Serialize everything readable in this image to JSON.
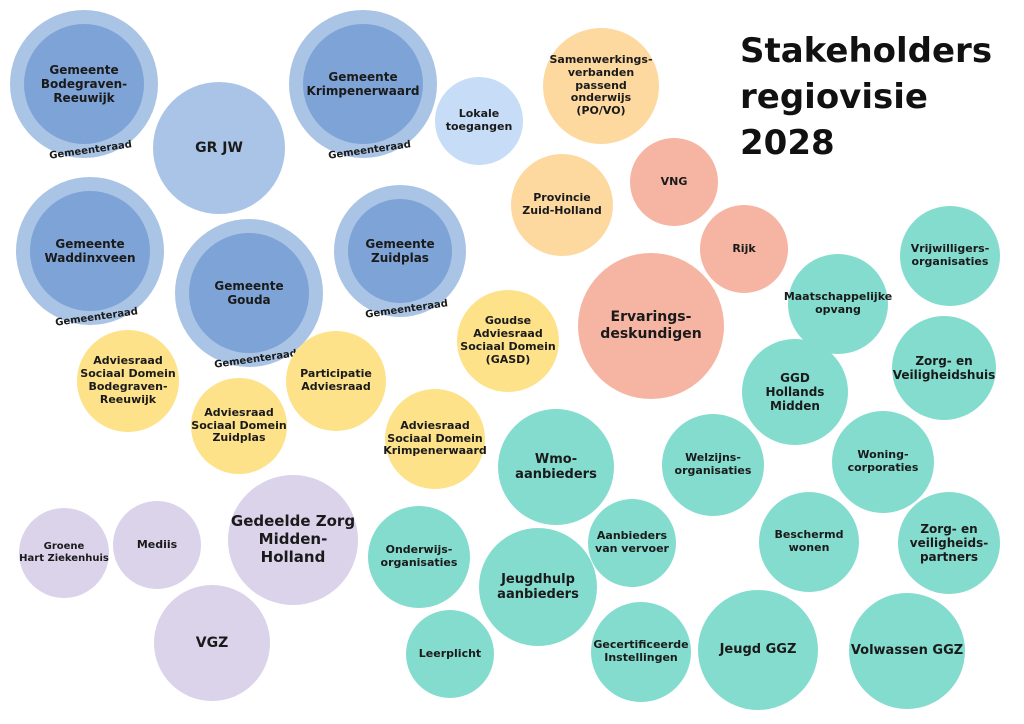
{
  "title": "Stakeholders\nregiovisie 2028",
  "colors": {
    "ring": "#aac4e6",
    "municipality": "#7ea3d6",
    "blue_light": "#a9c4e6",
    "blue_pale": "#c6dcf7",
    "orange": "#fdd9a0",
    "salmon": "#f5b5a2",
    "yellow": "#fde28a",
    "teal": "#84dccf",
    "lavender": "#dad3ea"
  },
  "ring_label": "Gemeenteraad",
  "municipalities": [
    {
      "name": "gemeente-bodegraven-reeuwijk",
      "label": "Gemeente\nBodegraven-\nReeuwijk"
    },
    {
      "name": "gemeente-krimpenerwaard",
      "label": "Gemeente\nKrimpenerwaard"
    },
    {
      "name": "gemeente-waddinxveen",
      "label": "Gemeente\nWaddinxveen"
    },
    {
      "name": "gemeente-zuidplas",
      "label": "Gemeente\nZuidplas"
    },
    {
      "name": "gemeente-gouda",
      "label": "Gemeente\nGouda"
    }
  ],
  "bubbles": [
    {
      "name": "gr-jw",
      "label": "GR JW",
      "color": "blue_light"
    },
    {
      "name": "lokale-toegangen",
      "label": "Lokale\ntoegangen",
      "color": "blue_pale"
    },
    {
      "name": "samenwerkingsverbanden",
      "label": "Samenwerkings-\nverbanden\npassend\nonderwijs\n(PO/VO)",
      "color": "orange"
    },
    {
      "name": "provincie-zuid-holland",
      "label": "Provincie\nZuid-Holland",
      "color": "orange"
    },
    {
      "name": "vng",
      "label": "VNG",
      "color": "salmon"
    },
    {
      "name": "rijk",
      "label": "Rijk",
      "color": "salmon"
    },
    {
      "name": "ervaringsdeskundigen",
      "label": "Ervarings-\ndeskundigen",
      "color": "salmon"
    },
    {
      "name": "gasd",
      "label": "Goudse\nAdviesraad\nSociaal Domein\n(GASD)",
      "color": "yellow"
    },
    {
      "name": "participatie-adviesraad",
      "label": "Participatie\nAdviesraad",
      "color": "yellow"
    },
    {
      "name": "adviesraad-bodegraven",
      "label": "Adviesraad\nSociaal Domein\nBodegraven-\nReeuwijk",
      "color": "yellow"
    },
    {
      "name": "adviesraad-zuidplas",
      "label": "Adviesraad\nSociaal Domein\nZuidplas",
      "color": "yellow"
    },
    {
      "name": "adviesraad-krimpenerwaard",
      "label": "Adviesraad\nSociaal Domein\nKrimpenerwaard",
      "color": "yellow"
    },
    {
      "name": "vrijwilligers-organisaties",
      "label": "Vrijwilligers-\norganisaties",
      "color": "teal"
    },
    {
      "name": "maatschappelijke-opvang",
      "label": "Maatschappelijke\nopvang",
      "color": "teal"
    },
    {
      "name": "zorg-en-veiligheidshuis",
      "label": "Zorg- en\nVeiligheidshuis",
      "color": "teal"
    },
    {
      "name": "ggd-hollands-midden",
      "label": "GGD\nHollands Midden",
      "color": "teal"
    },
    {
      "name": "woning-corporaties",
      "label": "Woning-\ncorporaties",
      "color": "teal"
    },
    {
      "name": "wmo-aanbieders",
      "label": "Wmo-\naanbieders",
      "color": "teal"
    },
    {
      "name": "welzijns-organisaties",
      "label": "Welzijns-\norganisaties",
      "color": "teal"
    },
    {
      "name": "beschermd-wonen",
      "label": "Beschermd\nwonen",
      "color": "teal"
    },
    {
      "name": "zorg-en-veiligheidspartners",
      "label": "Zorg- en\nveiligheids-\npartners",
      "color": "teal"
    },
    {
      "name": "aanbieders-van-vervoer",
      "label": "Aanbieders\nvan vervoer",
      "color": "teal"
    },
    {
      "name": "onderwijs-organisaties",
      "label": "Onderwijs-\norganisaties",
      "color": "teal"
    },
    {
      "name": "jeugdhulp-aanbieders",
      "label": "Jeugdhulp\naanbieders",
      "color": "teal"
    },
    {
      "name": "leerplicht",
      "label": "Leerplicht",
      "color": "teal"
    },
    {
      "name": "gecertificeerde-instellingen",
      "label": "Gecertificeerde\nInstellingen",
      "color": "teal"
    },
    {
      "name": "jeugd-ggz",
      "label": "Jeugd GGZ",
      "color": "teal"
    },
    {
      "name": "volwassen-ggz",
      "label": "Volwassen GGZ",
      "color": "teal"
    },
    {
      "name": "groene-hart-ziekenhuis",
      "label": "Groene\nHart Ziekenhuis",
      "color": "lavender"
    },
    {
      "name": "mediis",
      "label": "Mediis",
      "color": "lavender"
    },
    {
      "name": "gedeelde-zorg-midden-holland",
      "label": "Gedeelde Zorg\nMidden-\nHolland",
      "color": "lavender"
    },
    {
      "name": "vgz",
      "label": "VGZ",
      "color": "lavender"
    }
  ]
}
